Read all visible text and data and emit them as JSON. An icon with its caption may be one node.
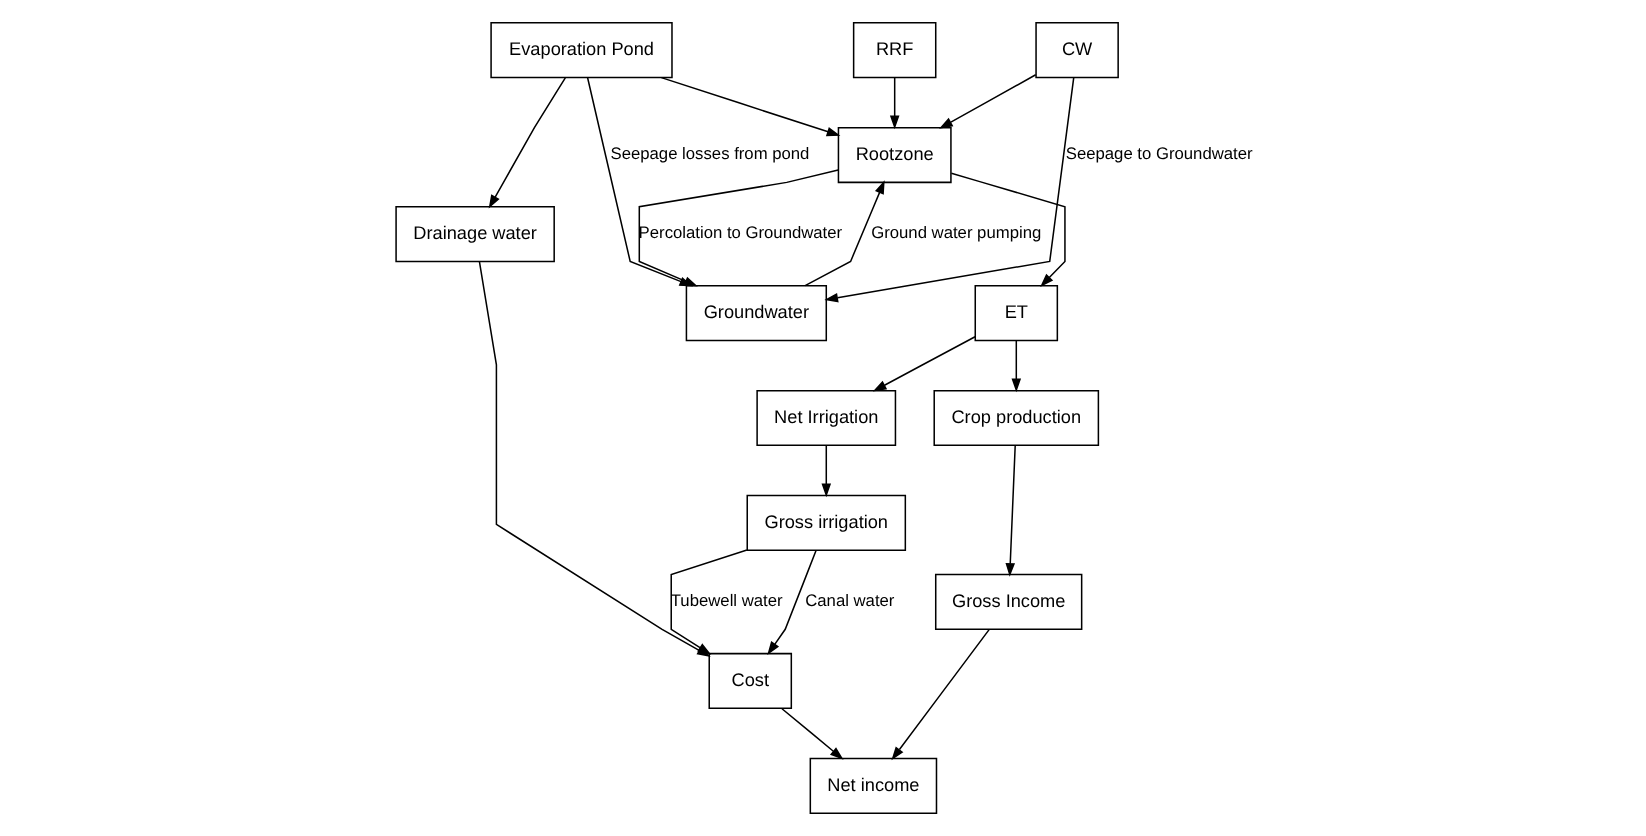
{
  "diagram": {
    "nodes": [
      {
        "text": [
          "RRF"
        ]
      },
      {
        "text": [
          "CW"
        ]
      },
      {
        "text": [
          "ET"
        ]
      },
      {
        "text": [
          "Crop production"
        ]
      },
      {
        "text": [
          "Rootzone"
        ]
      },
      {
        "text": [
          "Evaporation Pond"
        ]
      },
      {
        "text": [
          "Net Irrigation"
        ]
      },
      {
        "text": [
          "Gross Income"
        ]
      },
      {
        "text": [
          "Gross irrigation"
        ]
      },
      {
        "text": [
          "Net income"
        ]
      },
      {
        "text": [
          "Groundwater"
        ]
      },
      {
        "text": [
          "Drainage water"
        ]
      },
      {
        "text": [
          "Cost"
        ]
      }
    ],
    "edges": [
      {
        "from": 0,
        "to": 4,
        "arrow": "to"
      },
      {
        "from": 1,
        "to": 4,
        "arrow": "to"
      },
      {
        "from": 4,
        "to": 2,
        "arrow": "to"
      },
      {
        "from": 2,
        "to": 3,
        "arrow": "to"
      },
      {
        "from": 2,
        "to": 6,
        "arrow": "to"
      },
      {
        "from": 5,
        "to": 4,
        "arrow": "to"
      },
      {
        "from": 10,
        "to": 4,
        "label": "Ground water pumping",
        "arrow": "to"
      },
      {
        "from": 1,
        "to": 10,
        "label": "Seepage to Groundwater",
        "arrow": "to"
      },
      {
        "from": 4,
        "to": 10,
        "label": "Percolation to Groundwater",
        "arrow": "to"
      },
      {
        "from": 5,
        "to": 10,
        "label": "Seepage losses from pond",
        "arrow": "to"
      },
      {
        "from": 5,
        "to": 11,
        "arrow": "to"
      },
      {
        "from": 3,
        "to": 7,
        "arrow": "to"
      },
      {
        "from": 6,
        "to": 8,
        "arrow": "to"
      },
      {
        "from": 8,
        "to": 12,
        "label": "Tubewell water",
        "arrow": "to"
      },
      {
        "from": 8,
        "to": 12,
        "label": "Canal water",
        "arrow": "to"
      },
      {
        "from": 11,
        "to": 12,
        "arrow": "to"
      },
      {
        "from": 7,
        "to": 9,
        "arrow": "to"
      },
      {
        "from": 12,
        "to": 9,
        "arrow": "to"
      }
    ]
  }
}
